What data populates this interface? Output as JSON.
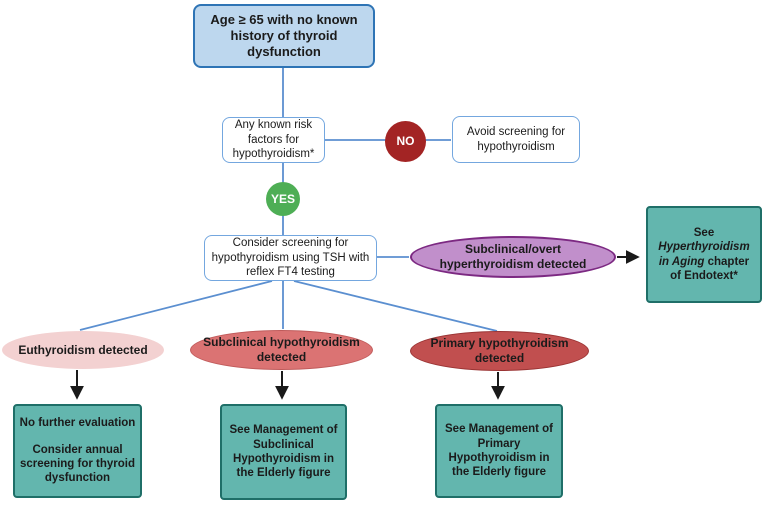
{
  "nodes": {
    "start": "Age ≥ 65 with no known history of thyroid dysfunction",
    "risk_question": "Any known risk factors for hypothyroidism*",
    "no_label": "NO",
    "yes_label": "YES",
    "avoid_screening": "Avoid screening for hypothyroidism",
    "consider_screening": "Consider screening for hypothyroidism using TSH with reflex FT4 testing",
    "hyperthyroidism_detected": "Subclinical/overt hyperthyroidism detected",
    "endotext_see": "See",
    "endotext_italic": "Hyperthyroidism in Aging",
    "endotext_rest": "chapter of Endotext*",
    "euthyroidism_detected": "Euthyroidism detected",
    "no_further_line1": "No further evaluation",
    "no_further_line2": "Consider annual screening for thyroid dysfunction",
    "subclinical_detected": "Subclinical hypothyroidism detected",
    "subclinical_action": "See Management of Subclinical Hypothyroidism in the Elderly figure",
    "primary_detected": "Primary hypothyroidism detected",
    "primary_action": "See Management of Primary Hypothyroidism in the Elderly figure"
  },
  "colors": {
    "start_fill": "#BDD7EE",
    "start_border": "#2E74B5",
    "decision_border": "#74A7DF",
    "no_fill": "#A32424",
    "yes_fill": "#4EAE55",
    "hyperthyroid_fill": "#C18FCB",
    "hyperthyroid_border": "#7C2982",
    "euthyroid_fill": "#F3D1D1",
    "subclinical_fill": "#DB7373",
    "subclinical_border": "#C05B5B",
    "primary_fill": "#C14F4F",
    "primary_border": "#9A3434",
    "result_fill": "#63B6AE",
    "result_border": "#1F6F68",
    "connector_blue": "#5B8FD0",
    "connector_black": "#1A1A1A"
  }
}
